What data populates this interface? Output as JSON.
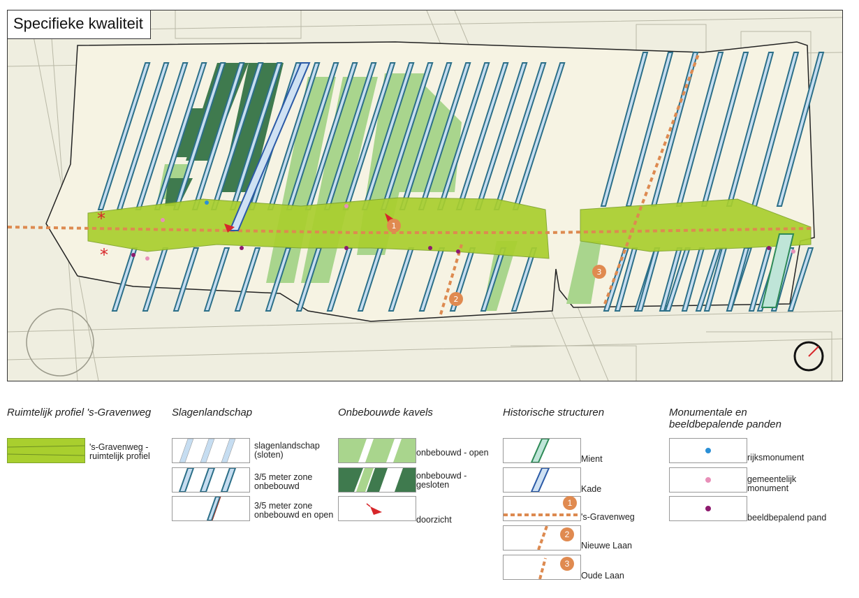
{
  "title": "Specifieke kwaliteit",
  "map_markers": [
    "1",
    "2",
    "3"
  ],
  "colors": {
    "profile_green": "#a9cf2e",
    "sloot_blue": "#c6ddf1",
    "sloot_outline": "#2c6f88",
    "open_green": "#a9d58d",
    "closed_green": "#3f7a4e",
    "route_orange": "#dd8a50",
    "rijksmonument": "#2a8fd6",
    "gemeentelijk_monument": "#e88fb8",
    "beeldbepalend_pand": "#8d1a6e",
    "doorzicht_red": "#d7262a"
  },
  "legend": {
    "profiel": {
      "heading": "Ruimtelijk profiel 's-Gravenweg",
      "items": [
        {
          "label": "'s-Gravenweg - ruimtelijk profiel"
        }
      ]
    },
    "slagen": {
      "heading": "Slagenlandschap",
      "items": [
        {
          "label": "slagenlandschap (sloten)"
        },
        {
          "label": "3/5 meter zone onbebouwd"
        },
        {
          "label": "3/5 meter zone onbebouwd en open"
        }
      ]
    },
    "kavels": {
      "heading": "Onbebouwde kavels",
      "items": [
        {
          "label": "onbebouwd - open"
        },
        {
          "label": "onbebouwd - gesloten"
        },
        {
          "label": "doorzicht"
        }
      ]
    },
    "historisch": {
      "heading": "Historische structuren",
      "items": [
        {
          "label": "Mient"
        },
        {
          "label": "Kade"
        },
        {
          "label": "'s-Gravenweg",
          "number": "1"
        },
        {
          "label": "Nieuwe Laan",
          "number": "2"
        },
        {
          "label": "Oude Laan",
          "number": "3"
        }
      ]
    },
    "monumenten": {
      "heading": "Monumentale en beeldbepalende panden",
      "items": [
        {
          "label": "rijksmonument"
        },
        {
          "label": "gemeentelijk monument"
        },
        {
          "label": "beeldbepalend pand"
        }
      ]
    }
  }
}
